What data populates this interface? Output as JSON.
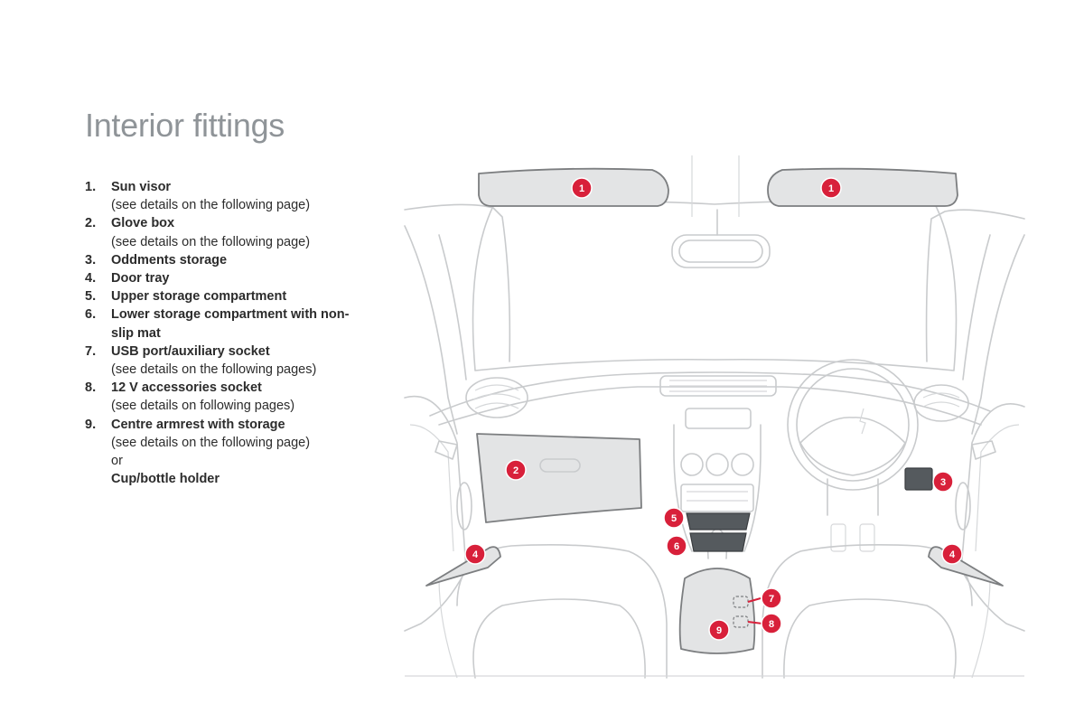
{
  "page": {
    "title": "Interior fittings"
  },
  "legend": [
    {
      "num": "1.",
      "label": "Sun visor",
      "sub": "(see details on the following page)"
    },
    {
      "num": "2.",
      "label": "Glove box",
      "sub": "(see details on the following page)"
    },
    {
      "num": "3.",
      "label": "Oddments storage"
    },
    {
      "num": "4.",
      "label": "Door tray"
    },
    {
      "num": "5.",
      "label": "Upper storage compartment"
    },
    {
      "num": "6.",
      "label": "Lower storage compartment with non-slip mat"
    },
    {
      "num": "7.",
      "label": "USB port/auxiliary socket",
      "sub": "(see details on the following pages)"
    },
    {
      "num": "8.",
      "label": "12 V accessories socket",
      "sub": "(see details on following pages)"
    },
    {
      "num": "9.",
      "label": "Centre armrest with storage",
      "sub": "(see details on the following page)",
      "or": "or",
      "alt": "Cup/bottle holder"
    }
  ],
  "markers": [
    "1",
    "1",
    "2",
    "3",
    "4",
    "4",
    "5",
    "6",
    "7",
    "8",
    "9"
  ],
  "colors": {
    "marker": "#d8203a",
    "title": "#8f9498",
    "outline": "#c9cbcd",
    "highlight_fill": "#e3e4e5"
  }
}
